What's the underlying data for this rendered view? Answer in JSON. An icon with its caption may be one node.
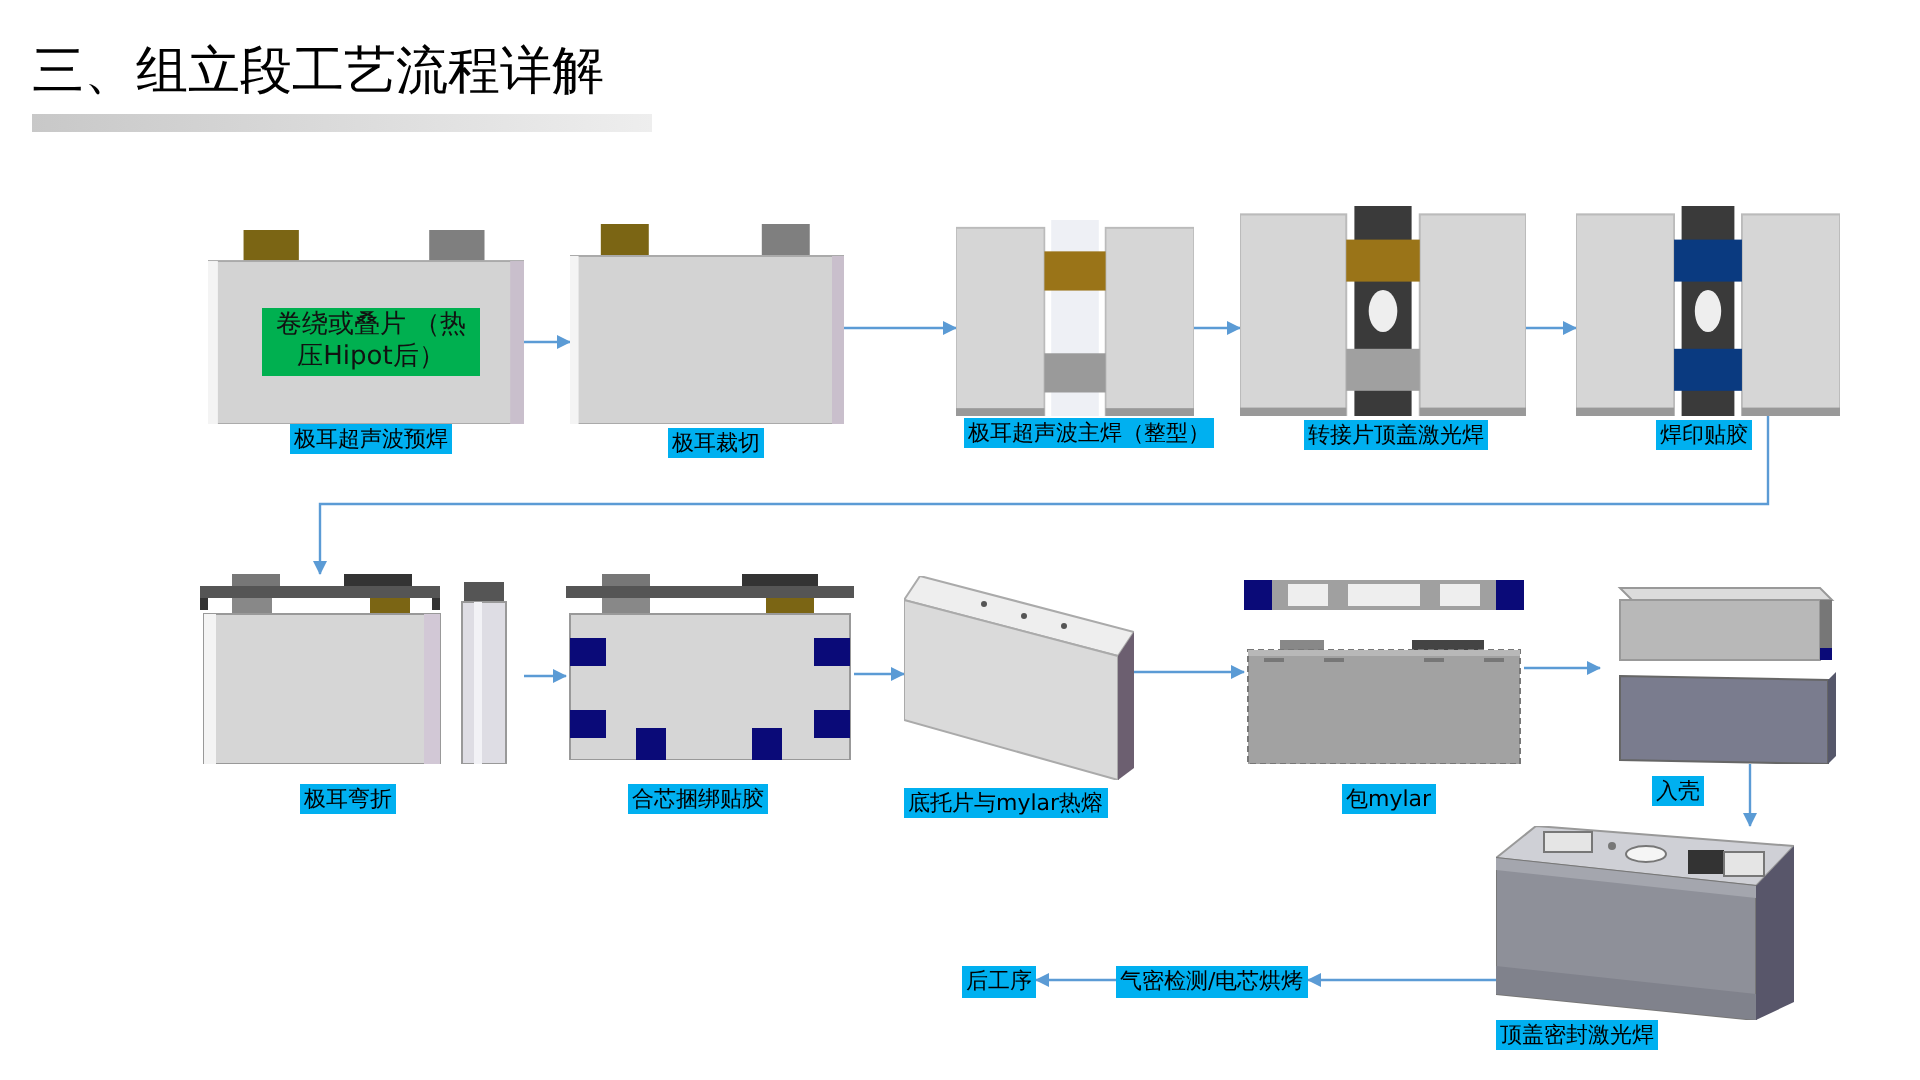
{
  "diagram": {
    "title": "三、组立段工艺流程详解",
    "nodes": [
      {
        "text": [
          "极耳超声波预焊"
        ]
      },
      {
        "text": [
          "卷绕或叠片 （热压Hipot后）"
        ],
        "in": 0
      },
      {
        "text": [
          "极耳裁切"
        ]
      },
      {
        "text": [
          "极耳超声波主焊（整型）"
        ]
      },
      {
        "text": [
          "转接片顶盖激光焊"
        ]
      },
      {
        "text": [
          "焊印贴胶"
        ]
      },
      {
        "text": [
          "极耳弯折"
        ]
      },
      {
        "text": [
          "合芯捆绑贴胶"
        ]
      },
      {
        "text": [
          "底托片与mylar热熔"
        ]
      },
      {
        "text": [
          "包mylar"
        ]
      },
      {
        "text": [
          "入壳"
        ]
      },
      {
        "text": [
          "顶盖密封激光焊"
        ]
      },
      {
        "text": [
          "气密检测/电芯烘烤"
        ]
      },
      {
        "text": [
          "后工序"
        ]
      }
    ],
    "edges": [
      {
        "from": 0,
        "to": 2,
        "arrow": "to"
      },
      {
        "from": 2,
        "to": 3,
        "arrow": "to"
      },
      {
        "from": 3,
        "to": 4,
        "arrow": "to"
      },
      {
        "from": 4,
        "to": 5,
        "arrow": "to"
      },
      {
        "from": 5,
        "to": 6,
        "arrow": "to"
      },
      {
        "from": 6,
        "to": 7,
        "arrow": "to"
      },
      {
        "from": 7,
        "to": 8,
        "arrow": "to"
      },
      {
        "from": 8,
        "to": 9,
        "arrow": "to"
      },
      {
        "from": 9,
        "to": 10,
        "arrow": "to"
      },
      {
        "from": 10,
        "to": 11,
        "arrow": "to"
      },
      {
        "from": 11,
        "to": 12,
        "arrow": "to"
      },
      {
        "from": 12,
        "to": 13,
        "arrow": "to"
      }
    ]
  }
}
